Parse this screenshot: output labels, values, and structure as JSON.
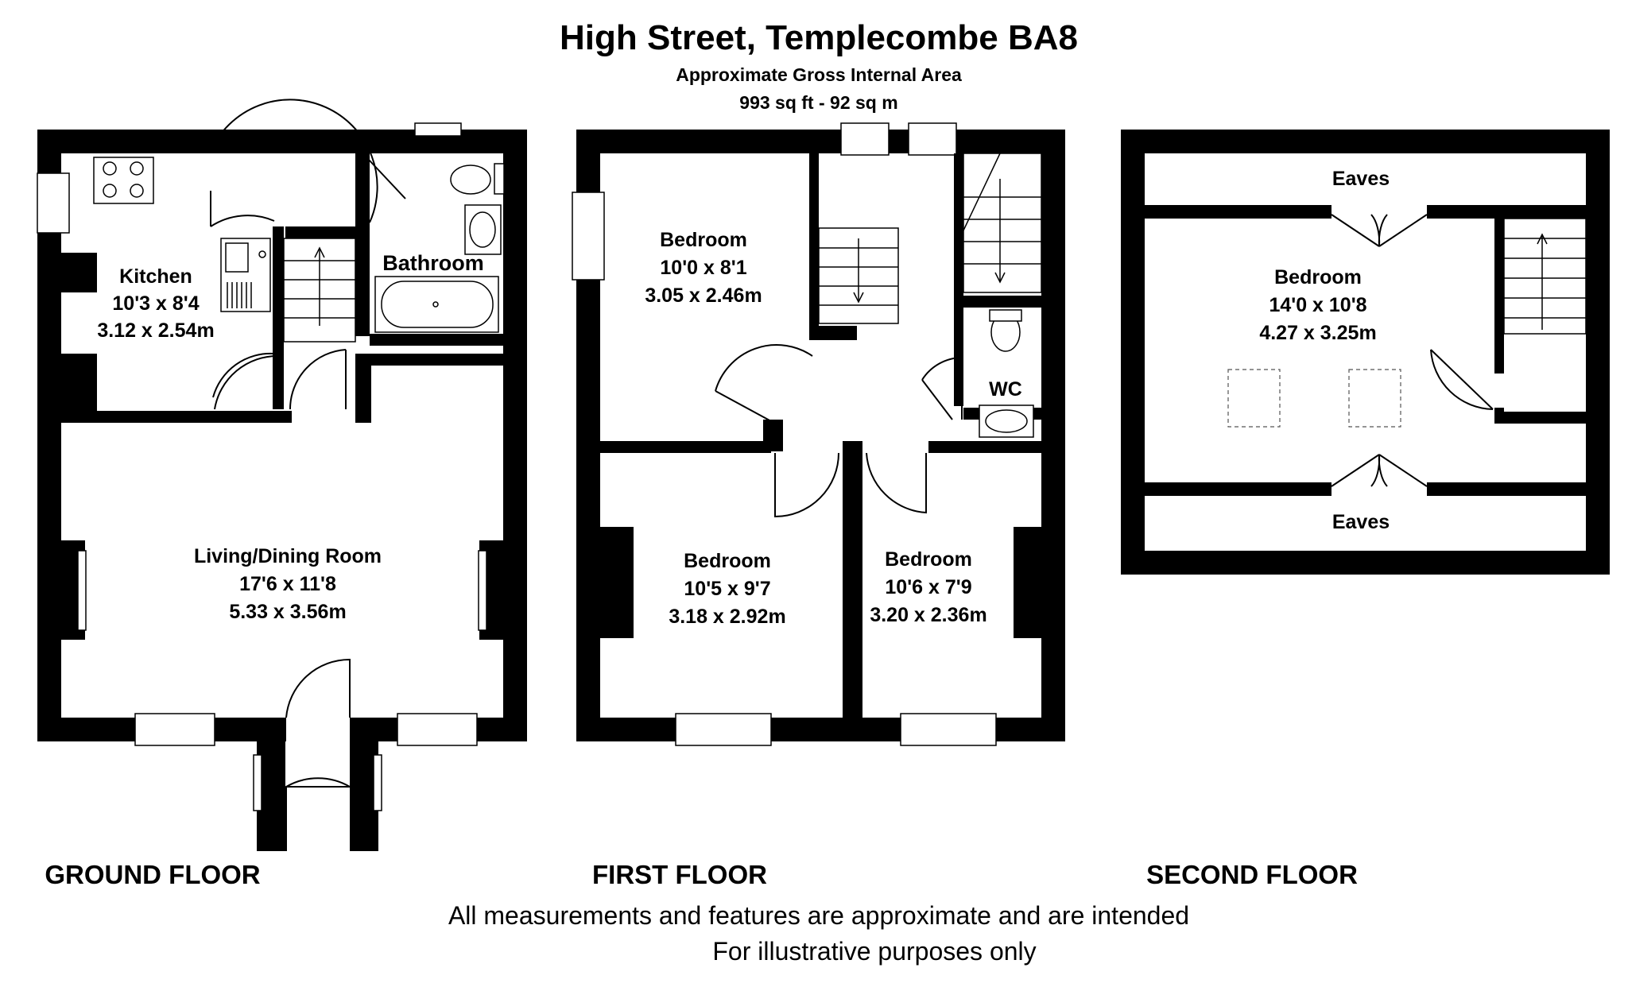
{
  "header": {
    "title": "High Street, Templecombe BA8",
    "subtitle": "Approximate Gross Internal Area",
    "area": "993 sq ft - 92 sq m"
  },
  "floors": {
    "ground": {
      "label": "GROUND FLOOR",
      "rooms": {
        "kitchen": {
          "name": "Kitchen",
          "imperial": "10'3 x 8'4",
          "metric": "3.12 x 2.54m"
        },
        "bathroom": {
          "name": "Bathroom"
        },
        "living": {
          "name": "Living/Dining Room",
          "imperial": "17'6 x 11'8",
          "metric": "5.33 x 3.56m"
        }
      }
    },
    "first": {
      "label": "FIRST FLOOR",
      "rooms": {
        "bedroom1": {
          "name": "Bedroom",
          "imperial": "10'0 x 8'1",
          "metric": "3.05 x 2.46m"
        },
        "bedroom2": {
          "name": "Bedroom",
          "imperial": "10'5 x 9'7",
          "metric": "3.18 x 2.92m"
        },
        "bedroom3": {
          "name": "Bedroom",
          "imperial": "10'6 x 7'9",
          "metric": "3.20 x 2.36m"
        },
        "wc": {
          "name": "WC"
        }
      }
    },
    "second": {
      "label": "SECOND FLOOR",
      "rooms": {
        "bedroom": {
          "name": "Bedroom",
          "imperial": "14'0 x 10'8",
          "metric": "4.27 x 3.25m"
        },
        "eaves_top": {
          "name": "Eaves"
        },
        "eaves_bottom": {
          "name": "Eaves"
        }
      }
    }
  },
  "footer": {
    "line1": "All measurements and features are approximate and are intended",
    "line2": "For illustrative purposes only"
  }
}
